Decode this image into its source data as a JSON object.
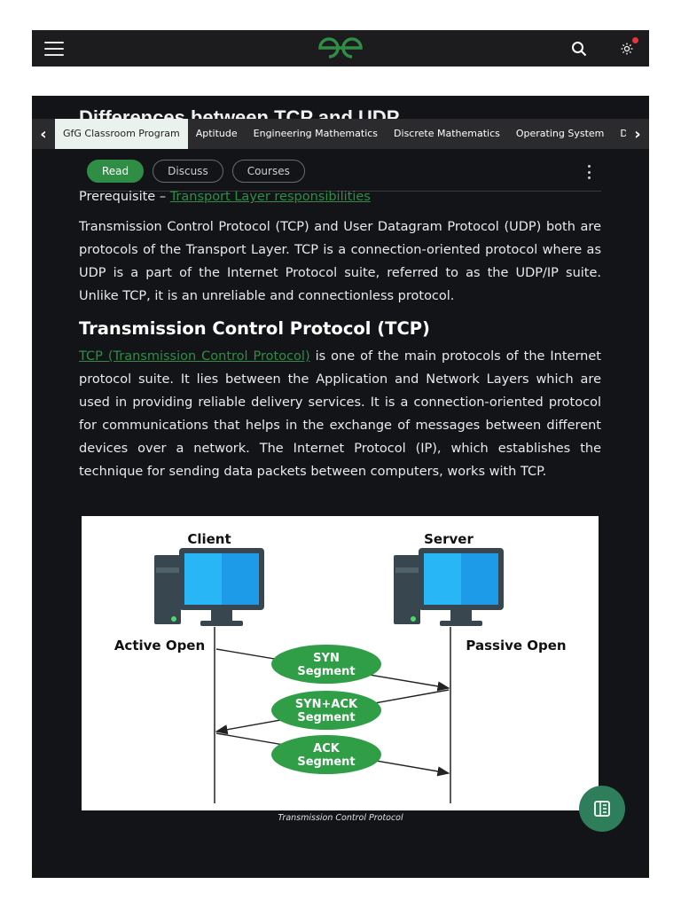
{
  "header": {
    "menu_icon": "hamburger-icon",
    "logo_icon": "gfg-logo",
    "search_icon": "search-icon",
    "theme_icon": "sun-icon",
    "accent": "#2f8d46"
  },
  "article": {
    "title": "Differences between TCP and UDP",
    "categories": [
      "GfG Classroom Program",
      "Aptitude",
      "Engineering Mathematics",
      "Discrete Mathematics",
      "Operating System",
      "DBMS"
    ],
    "pills": {
      "read": "Read",
      "discuss": "Discuss",
      "courses": "Courses"
    },
    "prereq_label": "Prerequisite – ",
    "prereq_link": "Transport Layer responsibilities",
    "intro": "Transmission Control Protocol (TCP) and User Datagram Protocol (UDP) both are protocols of the Transport Layer. TCP is a connection-oriented protocol where as UDP is a part of the Internet Protocol suite, referred to as the UDP/IP suite. Unlike TCP, it is an unreliable and connectionless protocol.",
    "h2": "Transmission Control Protocol (TCP)",
    "tcp_link": "TCP (Transmission Control Protocol)",
    "tcp_text": " is one of the main protocols of the Internet protocol suite. It lies between the Application and Network Layers which are used in providing reliable delivery services. It is a connection-oriented protocol for communications that helps in the exchange of messages between different devices over a network. The Internet Protocol (IP), which establishes the technique for sending data packets between computers, works with TCP."
  },
  "diagram": {
    "client": "Client",
    "server": "Server",
    "active": "Active Open",
    "passive": "Passive Open",
    "syn": [
      "SYN",
      "Segment"
    ],
    "synack": [
      "SYN+ACK",
      "Segment"
    ],
    "ack": [
      "ACK",
      "Segment"
    ],
    "caption": "Transmission Control Protocol",
    "segment_color": "#2f9e47"
  }
}
